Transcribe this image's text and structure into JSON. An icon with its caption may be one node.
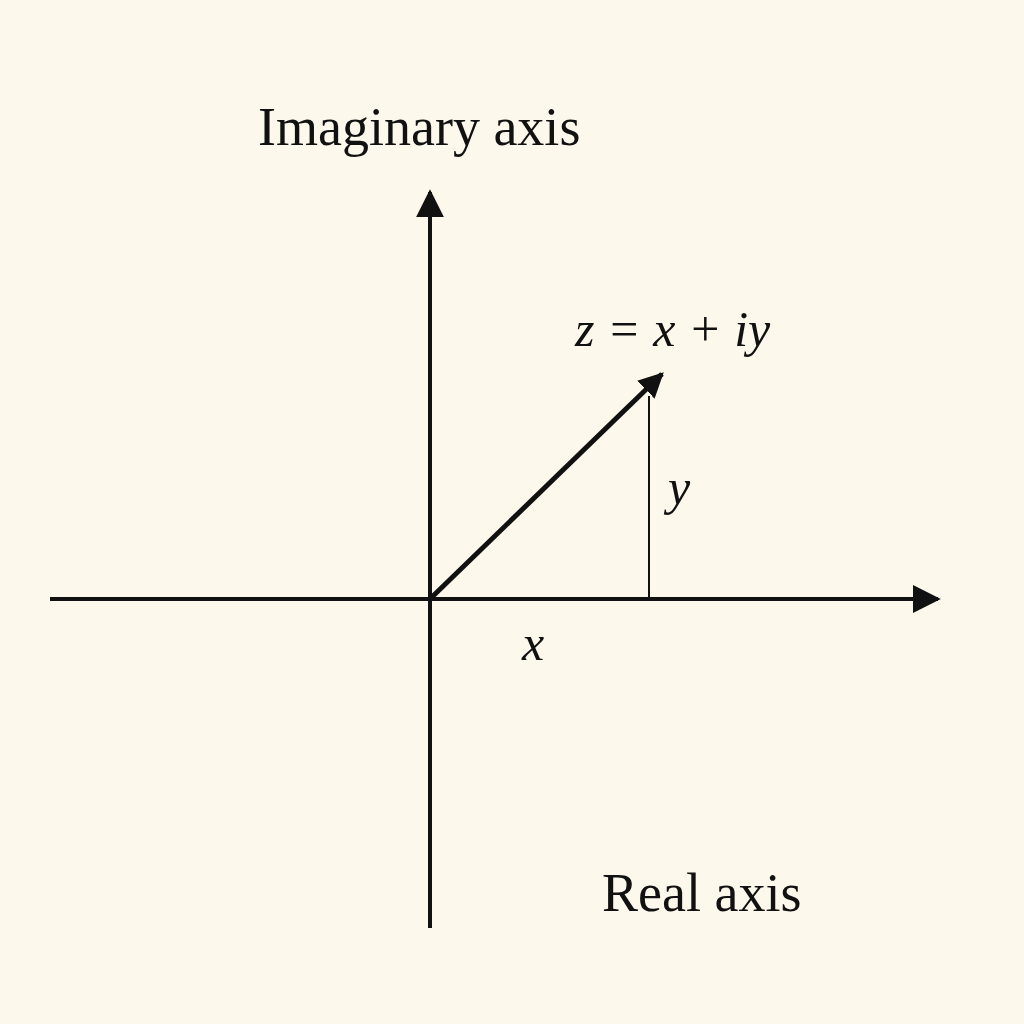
{
  "diagram": {
    "labels": [
      "Imaginary axis",
      "z = x + iy",
      "y",
      "x",
      "Real axis"
    ]
  }
}
